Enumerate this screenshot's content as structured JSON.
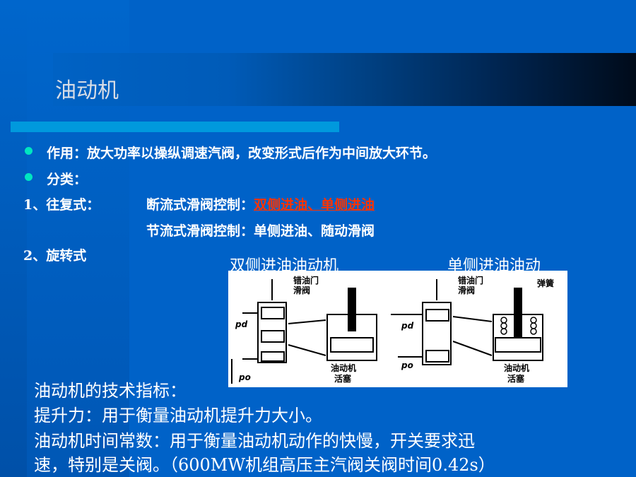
{
  "title": "油动机",
  "bullets": [
    "作用：放大功率以操纵调速汽阀，改变形式后作为中间放大环节。",
    "分类："
  ],
  "item1": {
    "label": "1、往复式：",
    "line1_prefix": "断流式滑阀控制：",
    "line1_highlight": "双侧进油、单侧进油",
    "line2": "节流式滑阀控制：单侧进油、随动滑阀"
  },
  "item2": {
    "label": "2、旋转式"
  },
  "figure": {
    "caption_left": "双侧进油油动机",
    "caption_right": "单侧进油油动",
    "labels": {
      "valve": "错油门",
      "valve2": "滑阀",
      "piston": "油动机",
      "piston2": "活塞",
      "spring": "弹簧",
      "pd": "pd",
      "po": "po"
    }
  },
  "specs": {
    "heading": "油动机的技术指标：",
    "line1": "提升力：用于衡量油动机提升力大小。",
    "line2": "油动机时间常数：用于衡量油动机动作的快慢，开关要求迅",
    "line3": "速，特别是关阀。（600MW机组高压主汽阀关阀时间0.42s）"
  },
  "colors": {
    "background": "#0062c8",
    "accent_bar": "#0099dd",
    "highlight": "#ff3300",
    "bullet": "#00e6c0"
  }
}
